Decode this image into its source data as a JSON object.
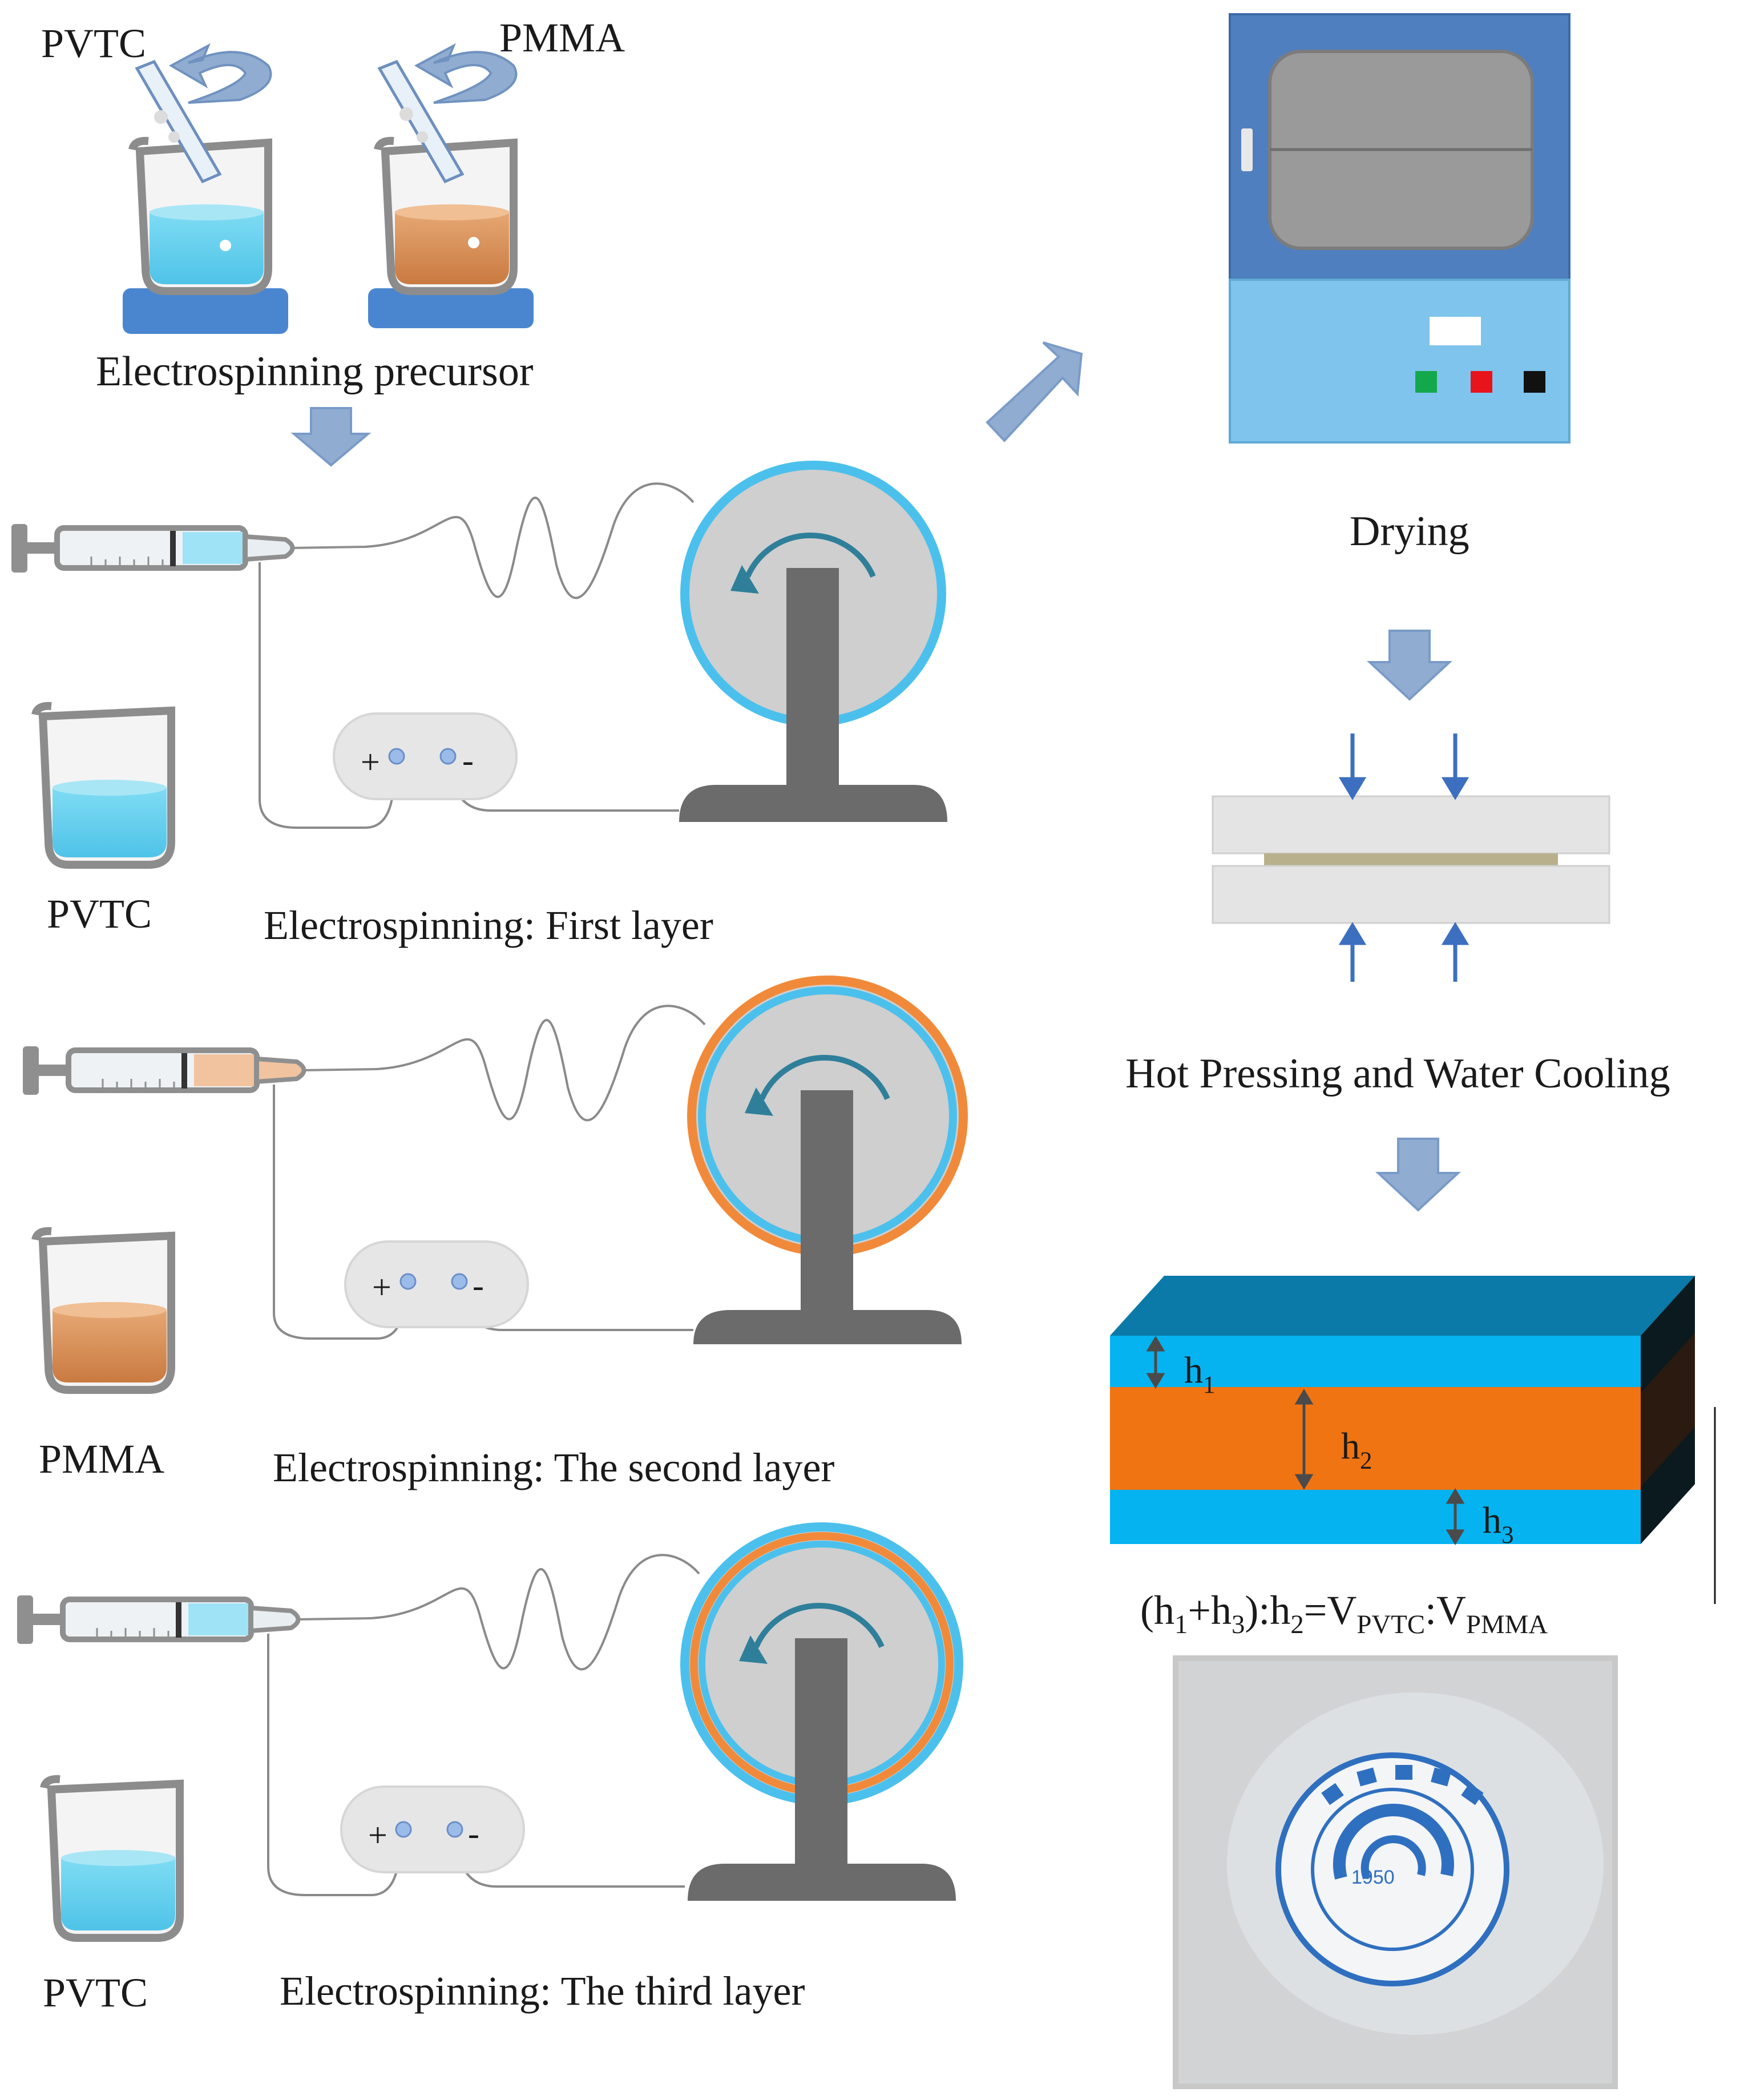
{
  "labels": {
    "pvtc_top": "PVTC",
    "pmma_top": "PMMA",
    "precursor": "Electrospinning precursor",
    "pvtc_1": "PVTC",
    "layer1": "Electrospinning: First layer",
    "pmma_2": "PMMA",
    "layer2": "Electrospinning: The second layer",
    "pvtc_3": "PVTC",
    "layer3": "Electrospinning: The third layer",
    "drying": "Drying",
    "hot_pressing": "Hot Pressing and Water Cooling"
  },
  "power": {
    "plus": "+",
    "minus": "-"
  },
  "heights": {
    "h": "h",
    "sub1": "1",
    "sub2": "2",
    "sub3": "3"
  },
  "formula": {
    "open": "(h",
    "s1": "1",
    "plus": "+h",
    "s3": "3",
    "mid": "):h",
    "s2": "2",
    "eq": "=V",
    "pvtc": "PVTC",
    "colon": ":V",
    "pmma": "PMMA"
  },
  "photo": {
    "logo_year": "1950"
  },
  "colors": {
    "pvtc_blue": "#5ecbea",
    "pmma_orange": "#d9925a",
    "stirrer_blue": "#4a86d0",
    "arrow_fill": "#90acd0",
    "oven_frame": "#4f7fbf",
    "oven_panel": "#7fc4ec",
    "collector_ring": "#4cc0ec",
    "collector_orange": "#f08a3a",
    "stand_gray": "#6b6b6b",
    "film_top": "#0b7aa8",
    "film_blue": "#05b3f0",
    "film_orange": "#f07411",
    "film_dark": "#0a1a1f",
    "green_button": "#14a84c",
    "red_button": "#e8141c",
    "black_button": "#111111"
  }
}
